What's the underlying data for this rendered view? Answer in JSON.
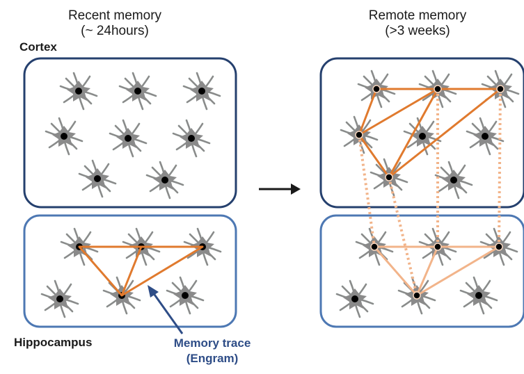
{
  "panels": {
    "recent": {
      "title": "Recent memory",
      "subtitle": "(~ 24hours)"
    },
    "remote": {
      "title": "Remote memory",
      "subtitle": "(>3 weeks)"
    }
  },
  "labels": {
    "cortex": "Cortex",
    "hippocampus": "Hippocampus",
    "trace_title": "Memory trace",
    "trace_subtitle": "(Engram)"
  },
  "colors": {
    "cortex_border": "#25406e",
    "hippocampus_border": "#4d78b3",
    "cell_body": "#8a8a8a",
    "nucleus": "#000000",
    "engram_link": "#e07a2e",
    "faded_link": "#f2b48a",
    "annotation_arrow": "#2e4d87"
  },
  "icons": {
    "transition_arrow": "right-arrow-icon",
    "neuron": "neuron-icon"
  }
}
